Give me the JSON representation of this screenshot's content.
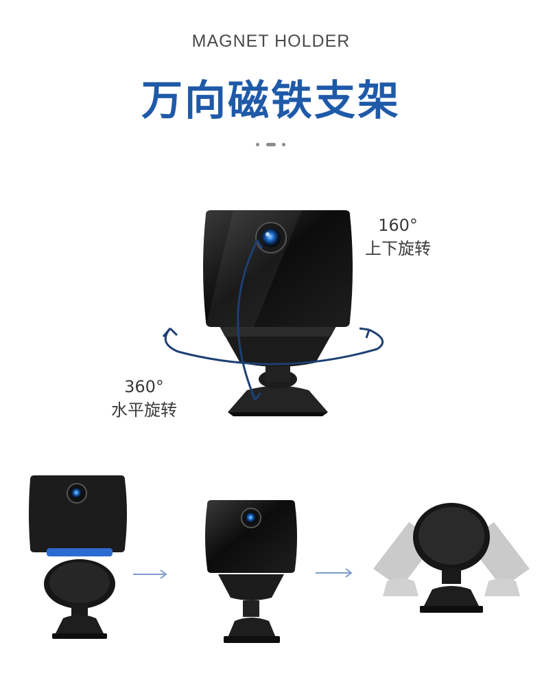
{
  "header": {
    "eyebrow": "MAGNET HOLDER",
    "title": "万向磁铁支架"
  },
  "rotation": {
    "vertical": {
      "degrees": "160°",
      "label": "上下旋转"
    },
    "horizontal": {
      "degrees": "360°",
      "label": "水平旋转"
    }
  },
  "colors": {
    "accent": "#1f5aa8",
    "arrow": "#1d3f72",
    "flow_arrow": "#7c9ccc"
  }
}
